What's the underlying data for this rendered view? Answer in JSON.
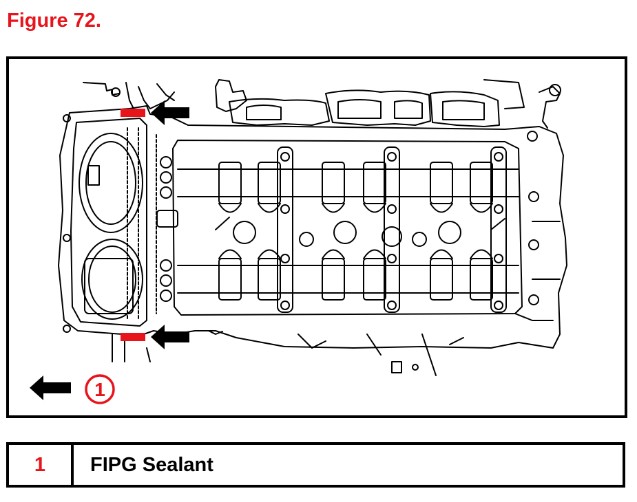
{
  "title": "Figure 72.",
  "colors": {
    "accent": "#e8141c",
    "line": "#000000"
  },
  "callout": {
    "number": "1",
    "icon": "arrow-left-icon"
  },
  "legend": [
    {
      "number": "1",
      "label": "FIPG Sealant"
    }
  ]
}
